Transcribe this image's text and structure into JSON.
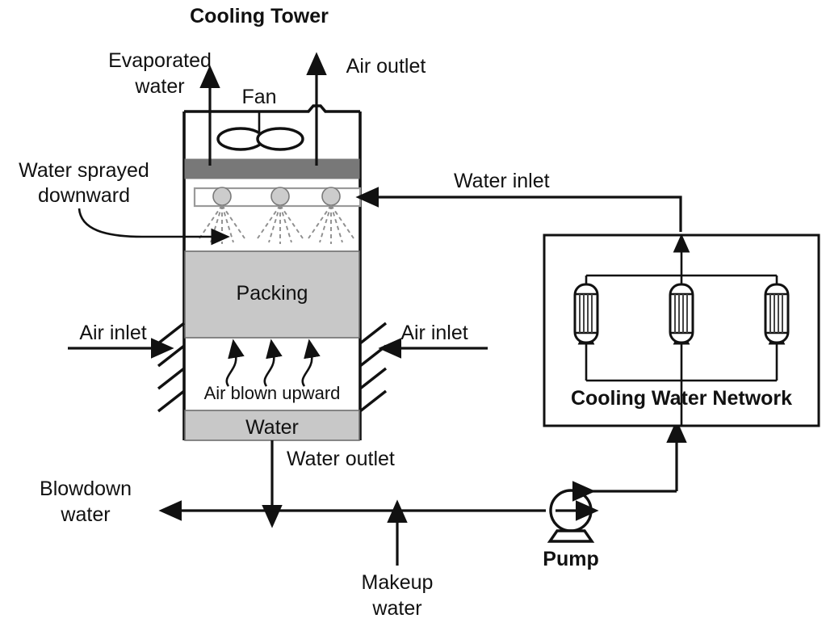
{
  "diagram": {
    "title": "Cooling Tower",
    "background_color": "#ffffff",
    "line_color": "#111111",
    "packing_fill": "#c8c8c8",
    "eliminator_fill": "#787878",
    "nozzle_fill": "#cccccc",
    "spray_color": "#8e8e8e"
  },
  "labels": {
    "cooling_tower": "Cooling Tower",
    "evaporated_water_line1": "Evaporated",
    "evaporated_water_line2": "water",
    "air_outlet": "Air outlet",
    "fan": "Fan",
    "water_sprayed_line1": "Water sprayed",
    "water_sprayed_line2": "downward",
    "water_inlet": "Water inlet",
    "packing": "Packing",
    "air_inlet_left": "Air inlet",
    "air_inlet_right": "Air inlet",
    "air_blown_upward": "Air blown upward",
    "water": "Water",
    "water_outlet": "Water outlet",
    "blowdown_water_line1": "Blowdown",
    "blowdown_water_line2": "water",
    "makeup_water_line1": "Makeup",
    "makeup_water_line2": "water",
    "pump": "Pump",
    "cooling_water_network": "Cooling Water Network"
  },
  "components": {
    "tower": {
      "name": "cooling-tower-shell",
      "sections": [
        "fan-plenum",
        "drift-eliminator",
        "spray-header",
        "packing",
        "air-plenum",
        "water-basin"
      ]
    },
    "fan": {
      "name": "fan",
      "blade_count": 2
    },
    "spray_nozzles": {
      "count": 3,
      "rays_per_nozzle": 5
    },
    "louvers": {
      "left_slat_count": 4,
      "right_slat_count": 4
    },
    "air_up_arrows": {
      "count": 3
    },
    "heat_exchangers": {
      "count": 3,
      "tube_lines": 5
    },
    "pump": {
      "name": "pump",
      "type": "centrifugal"
    }
  },
  "streams": [
    {
      "name": "evaporated-water",
      "direction": "up",
      "label": "Evaporated water"
    },
    {
      "name": "air-outlet",
      "direction": "up",
      "label": "Air outlet"
    },
    {
      "name": "water-inlet",
      "direction": "left",
      "label": "Water inlet"
    },
    {
      "name": "air-inlet-left",
      "direction": "right",
      "label": "Air inlet"
    },
    {
      "name": "air-inlet-right",
      "direction": "left",
      "label": "Air inlet"
    },
    {
      "name": "water-outlet",
      "direction": "down",
      "label": "Water outlet"
    },
    {
      "name": "blowdown-water",
      "direction": "left",
      "label": "Blowdown water"
    },
    {
      "name": "makeup-water",
      "direction": "up",
      "label": "Makeup water"
    }
  ]
}
